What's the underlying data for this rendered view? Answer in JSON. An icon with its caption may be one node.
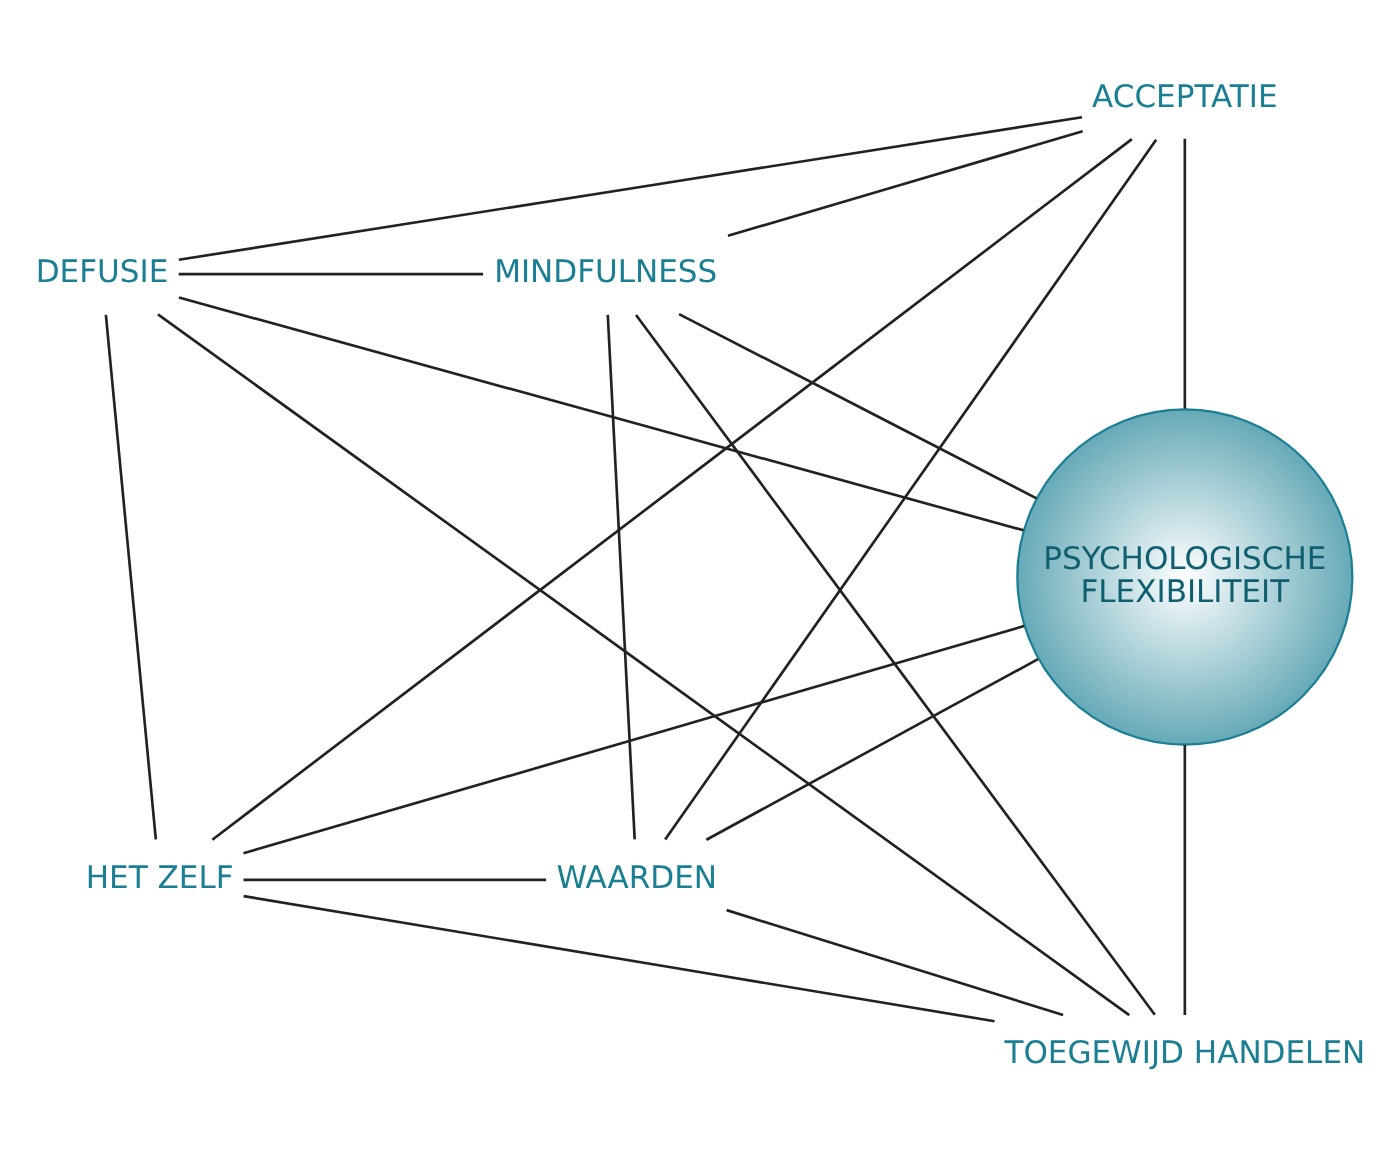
{
  "diagram": {
    "nodes": [
      {
        "text": [
          "ACCEPTATIE"
        ]
      },
      {
        "text": [
          "DEFUSIE"
        ]
      },
      {
        "text": [
          "MINDFULNESS"
        ]
      },
      {
        "text": [
          "PSYCHOLOGISCHE FLEXIBILITEIT"
        ]
      },
      {
        "text": [
          "HET ZELF"
        ]
      },
      {
        "text": [
          "WAARDEN"
        ]
      },
      {
        "text": [
          "TOEGEWIJD HANDELEN"
        ]
      }
    ],
    "edges": [
      {
        "from": 0,
        "to": 2,
        "arrow": "none"
      },
      {
        "from": 2,
        "to": 5,
        "arrow": "none"
      },
      {
        "from": 5,
        "to": 6,
        "arrow": "none"
      },
      {
        "from": 6,
        "to": 4,
        "arrow": "none"
      },
      {
        "from": 4,
        "to": 1,
        "arrow": "none"
      },
      {
        "from": 1,
        "to": 0,
        "arrow": "none"
      },
      {
        "from": 0,
        "to": 5,
        "arrow": "none"
      },
      {
        "from": 5,
        "to": 4,
        "arrow": "none"
      },
      {
        "from": 4,
        "to": 0,
        "arrow": "none"
      },
      {
        "from": 1,
        "to": 2,
        "arrow": "none"
      },
      {
        "from": 2,
        "to": 6,
        "arrow": "none"
      },
      {
        "from": 6,
        "to": 1,
        "arrow": "none"
      },
      {
        "from": 0,
        "to": 3,
        "arrow": "none"
      },
      {
        "from": 2,
        "to": 3,
        "arrow": "none"
      },
      {
        "from": 5,
        "to": 3,
        "arrow": "none"
      },
      {
        "from": 6,
        "to": 3,
        "arrow": "none"
      },
      {
        "from": 4,
        "to": 3,
        "arrow": "none"
      },
      {
        "from": 1,
        "to": 3,
        "arrow": "none"
      }
    ]
  }
}
